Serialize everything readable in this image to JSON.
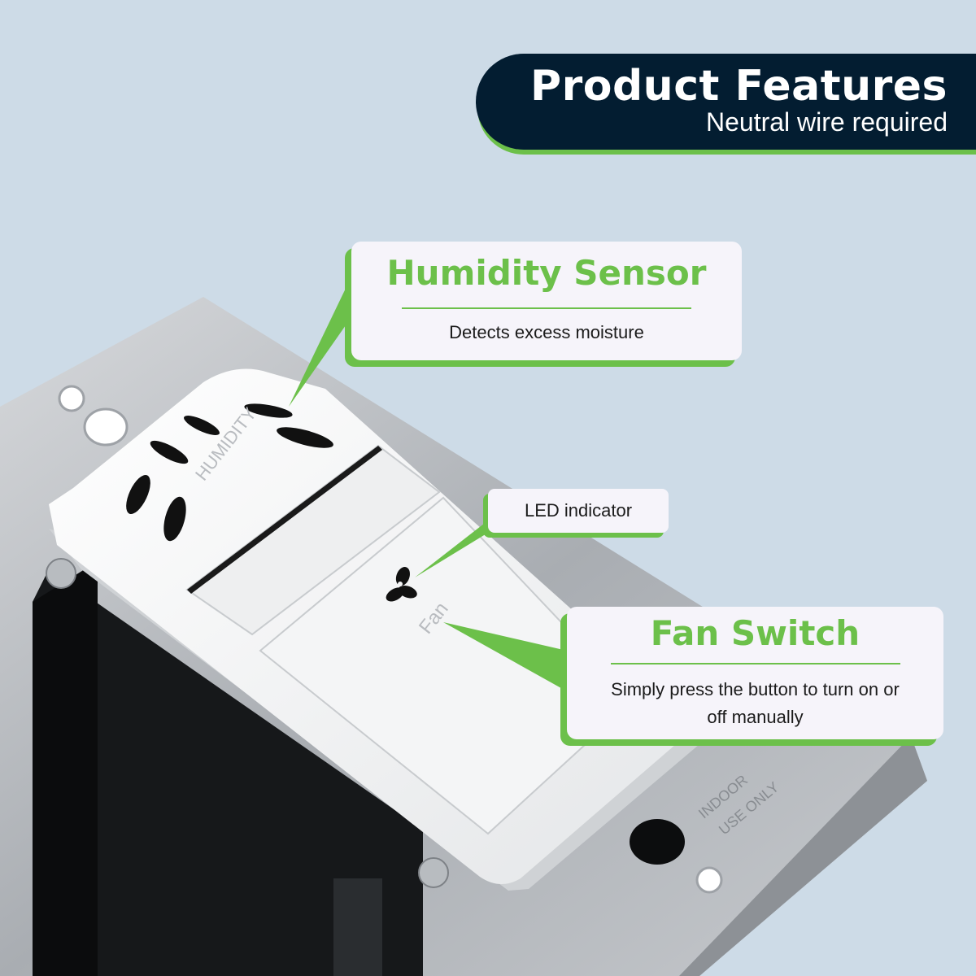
{
  "header": {
    "title": "Product Features",
    "subtitle": "Neutral wire required"
  },
  "callouts": {
    "humidity": {
      "title": "Humidity Sensor",
      "text": "Detects excess moisture"
    },
    "led": {
      "text": "LED indicator"
    },
    "fan": {
      "title": "Fan Switch",
      "text": "Simply press the button to turn on or off manually"
    }
  },
  "device": {
    "sensor_label": "HUMIDITY",
    "fan_label": "Fan",
    "plate_label_1": "INDOOR",
    "plate_label_2": "USE ONLY"
  },
  "colors": {
    "background": "#cddbe7",
    "banner": "#031d31",
    "accent_green": "#6cc04a",
    "callout_bg": "#f6f4fa"
  }
}
